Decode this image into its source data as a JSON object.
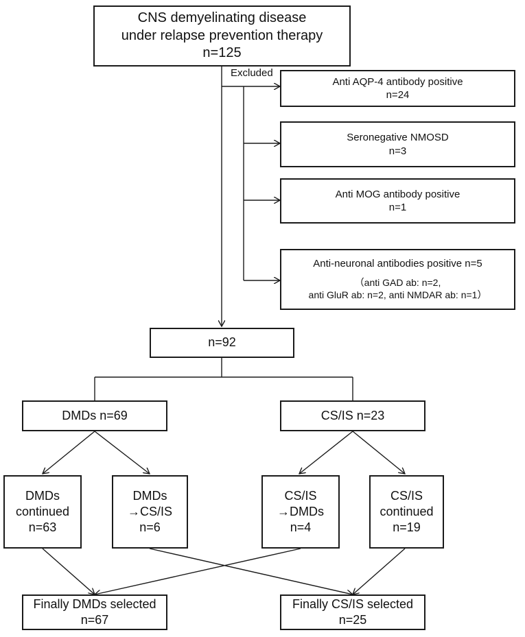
{
  "top_box": {
    "line1": "CNS demyelinating disease",
    "line2": "under relapse prevention therapy",
    "line3": "n=125"
  },
  "excluded_label": "Excluded",
  "excluded": {
    "aqp4": {
      "title": "Anti AQP-4 antibody positive",
      "count": "n=24"
    },
    "seroneg": {
      "title": "Seronegative NMOSD",
      "count": "n=3"
    },
    "mog": {
      "title": "Anti MOG antibody positive",
      "count": "n=1"
    },
    "neuronal": {
      "title": "Anti-neuronal antibodies positive  n=5",
      "detail1": "（anti GAD ab: n=2,",
      "detail2": "anti GluR ab: n=2, anti NMDAR ab: n=1）"
    }
  },
  "remaining": "n=92",
  "dmds_group": "DMDs n=69",
  "csis_group": "CS/IS n=23",
  "dmds_continued": {
    "line1": "DMDs",
    "line2": "continued",
    "line3": "n=63"
  },
  "dmds_switched": {
    "line1": "DMDs",
    "line2": "→CS/IS",
    "line3": "n=6"
  },
  "csis_switched": {
    "line1": "CS/IS",
    "line2": "→DMDs",
    "line3": "n=4"
  },
  "csis_continued": {
    "line1": "CS/IS",
    "line2": "continued",
    "line3": "n=19"
  },
  "final_dmds": {
    "line1": "Finally DMDs selected",
    "line2": "n=67"
  },
  "final_csis": {
    "line1": "Finally CS/IS selected",
    "line2": "n=25"
  }
}
